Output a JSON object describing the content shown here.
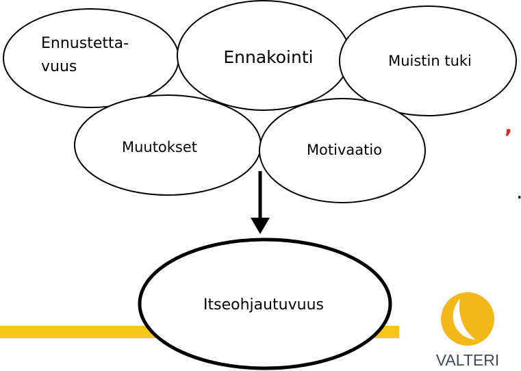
{
  "diagram": {
    "nodes": {
      "ennustettavuus": {
        "line1": "Ennustetta-",
        "line2": "vuus"
      },
      "ennakointi": {
        "label": "Ennakointi"
      },
      "muistin_tuki": {
        "label": "Muistin tuki"
      },
      "muutokset": {
        "label": "Muutokset"
      },
      "motivaatio": {
        "label": "Motivaatio"
      },
      "itseohjautuvuus": {
        "label": "Itseohjautuvuus"
      }
    },
    "edges": [
      {
        "from": "motivaatio",
        "to": "itseohjautuvuus"
      }
    ],
    "edge_marks": [
      ",",
      "."
    ]
  },
  "brand": {
    "name": "VALTERI",
    "accent": "#f5c518",
    "logo_color": "#f5b81c",
    "logo_text_color": "#3f4a57",
    "mark_color": "#d6282b"
  }
}
